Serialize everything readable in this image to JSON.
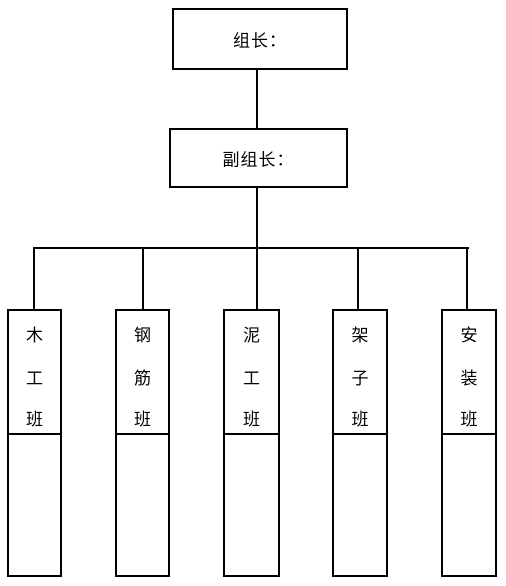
{
  "diagram": {
    "leader": {
      "label": "组长："
    },
    "deputy": {
      "label": "副组长："
    },
    "teams": [
      {
        "chars": [
          "木",
          "工",
          "班"
        ]
      },
      {
        "chars": [
          "钢",
          "筋",
          "班"
        ]
      },
      {
        "chars": [
          "泥",
          "工",
          "班"
        ]
      },
      {
        "chars": [
          "架",
          "子",
          "班"
        ]
      },
      {
        "chars": [
          "安",
          "装",
          "班"
        ]
      }
    ]
  }
}
